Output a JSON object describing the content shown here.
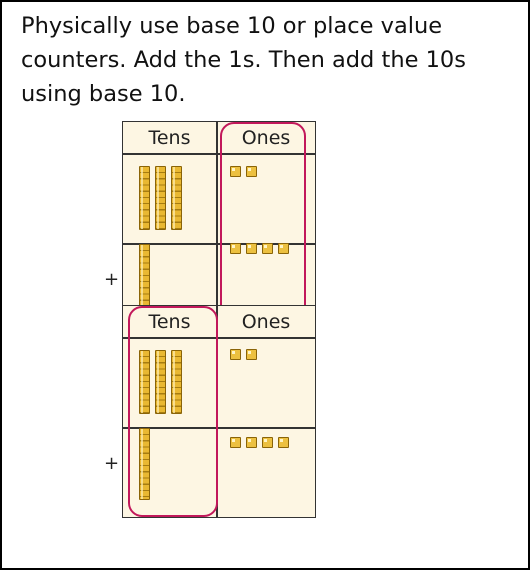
{
  "instruction": "Physically use base 10 or place value counters. Add the 1s. Then add the 10s using base 10.",
  "charts": [
    {
      "headers": {
        "tens": "Tens",
        "ones": "Ones"
      },
      "plus_sign": "+",
      "highlighted_column": "Ones",
      "row1": {
        "tens_rods": 3,
        "ones_cubes": 2
      },
      "row2": {
        "tens_rods": 1,
        "ones_cubes": 4
      }
    },
    {
      "headers": {
        "tens": "Tens",
        "ones": "Ones"
      },
      "plus_sign": "+",
      "highlighted_column": "Tens",
      "row1": {
        "tens_rods": 3,
        "ones_cubes": 2
      },
      "row2": {
        "tens_rods": 1,
        "ones_cubes": 4
      }
    }
  ],
  "colors": {
    "highlight": "#c2185b",
    "block": "#e9b832",
    "chart_background": "#fdf6e3"
  }
}
